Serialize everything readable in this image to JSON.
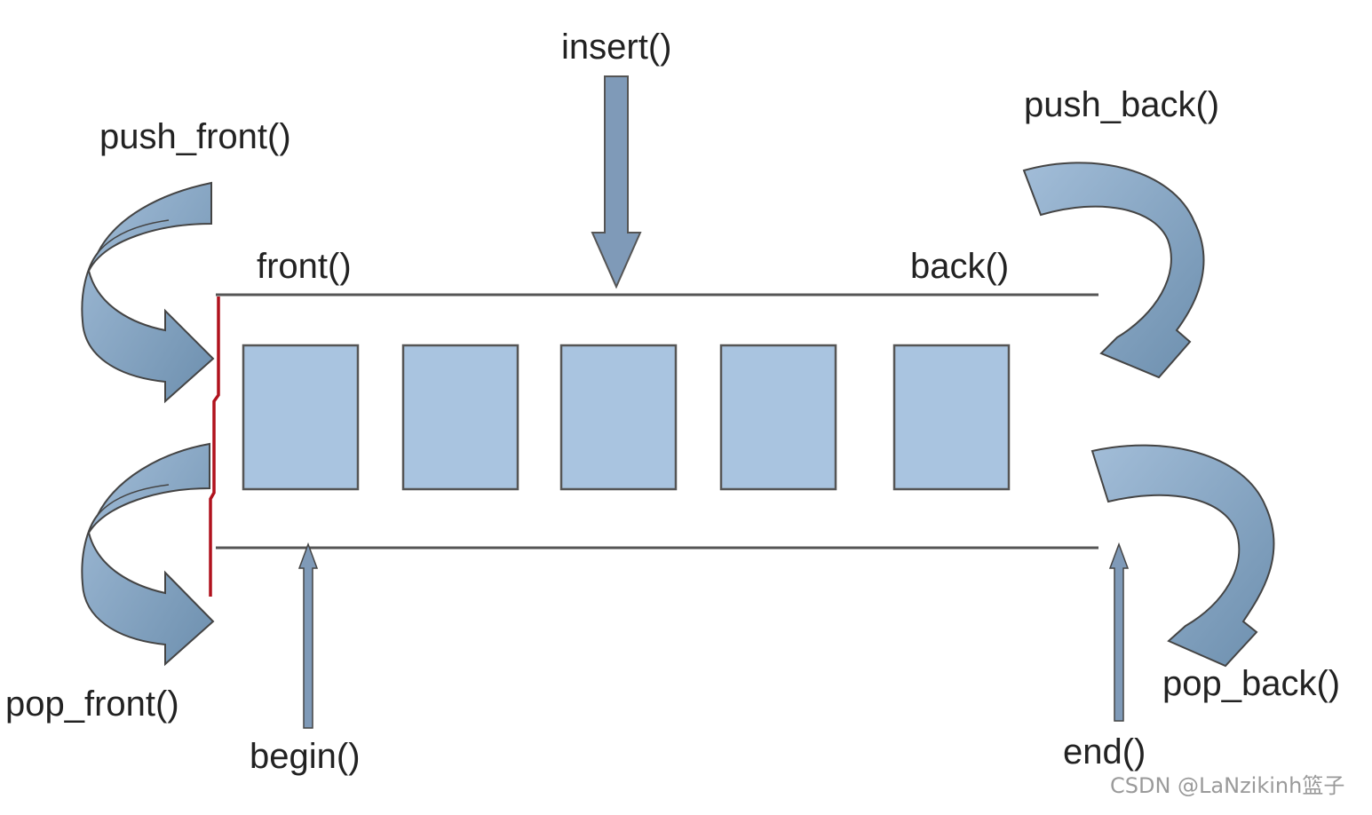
{
  "labels": {
    "insert": "insert()",
    "push_front": "push_front()",
    "push_back": "push_back()",
    "front": "front()",
    "back": "back()",
    "pop_front": "pop_front()",
    "pop_back": "pop_back()",
    "begin": "begin()",
    "end": "end()"
  },
  "element_count": 5,
  "watermark": "CSDN @LaNzikinh篮子",
  "colors": {
    "cell_fill": "#a9c4e0",
    "cell_stroke": "#555555",
    "rail": "#555555",
    "front_edge": "#b0121d",
    "curved_arrow_fill": "#a2bdd8",
    "curved_arrow_shade": "#6d8fae",
    "iterator_arrow_fill": "#7f9ab8"
  }
}
